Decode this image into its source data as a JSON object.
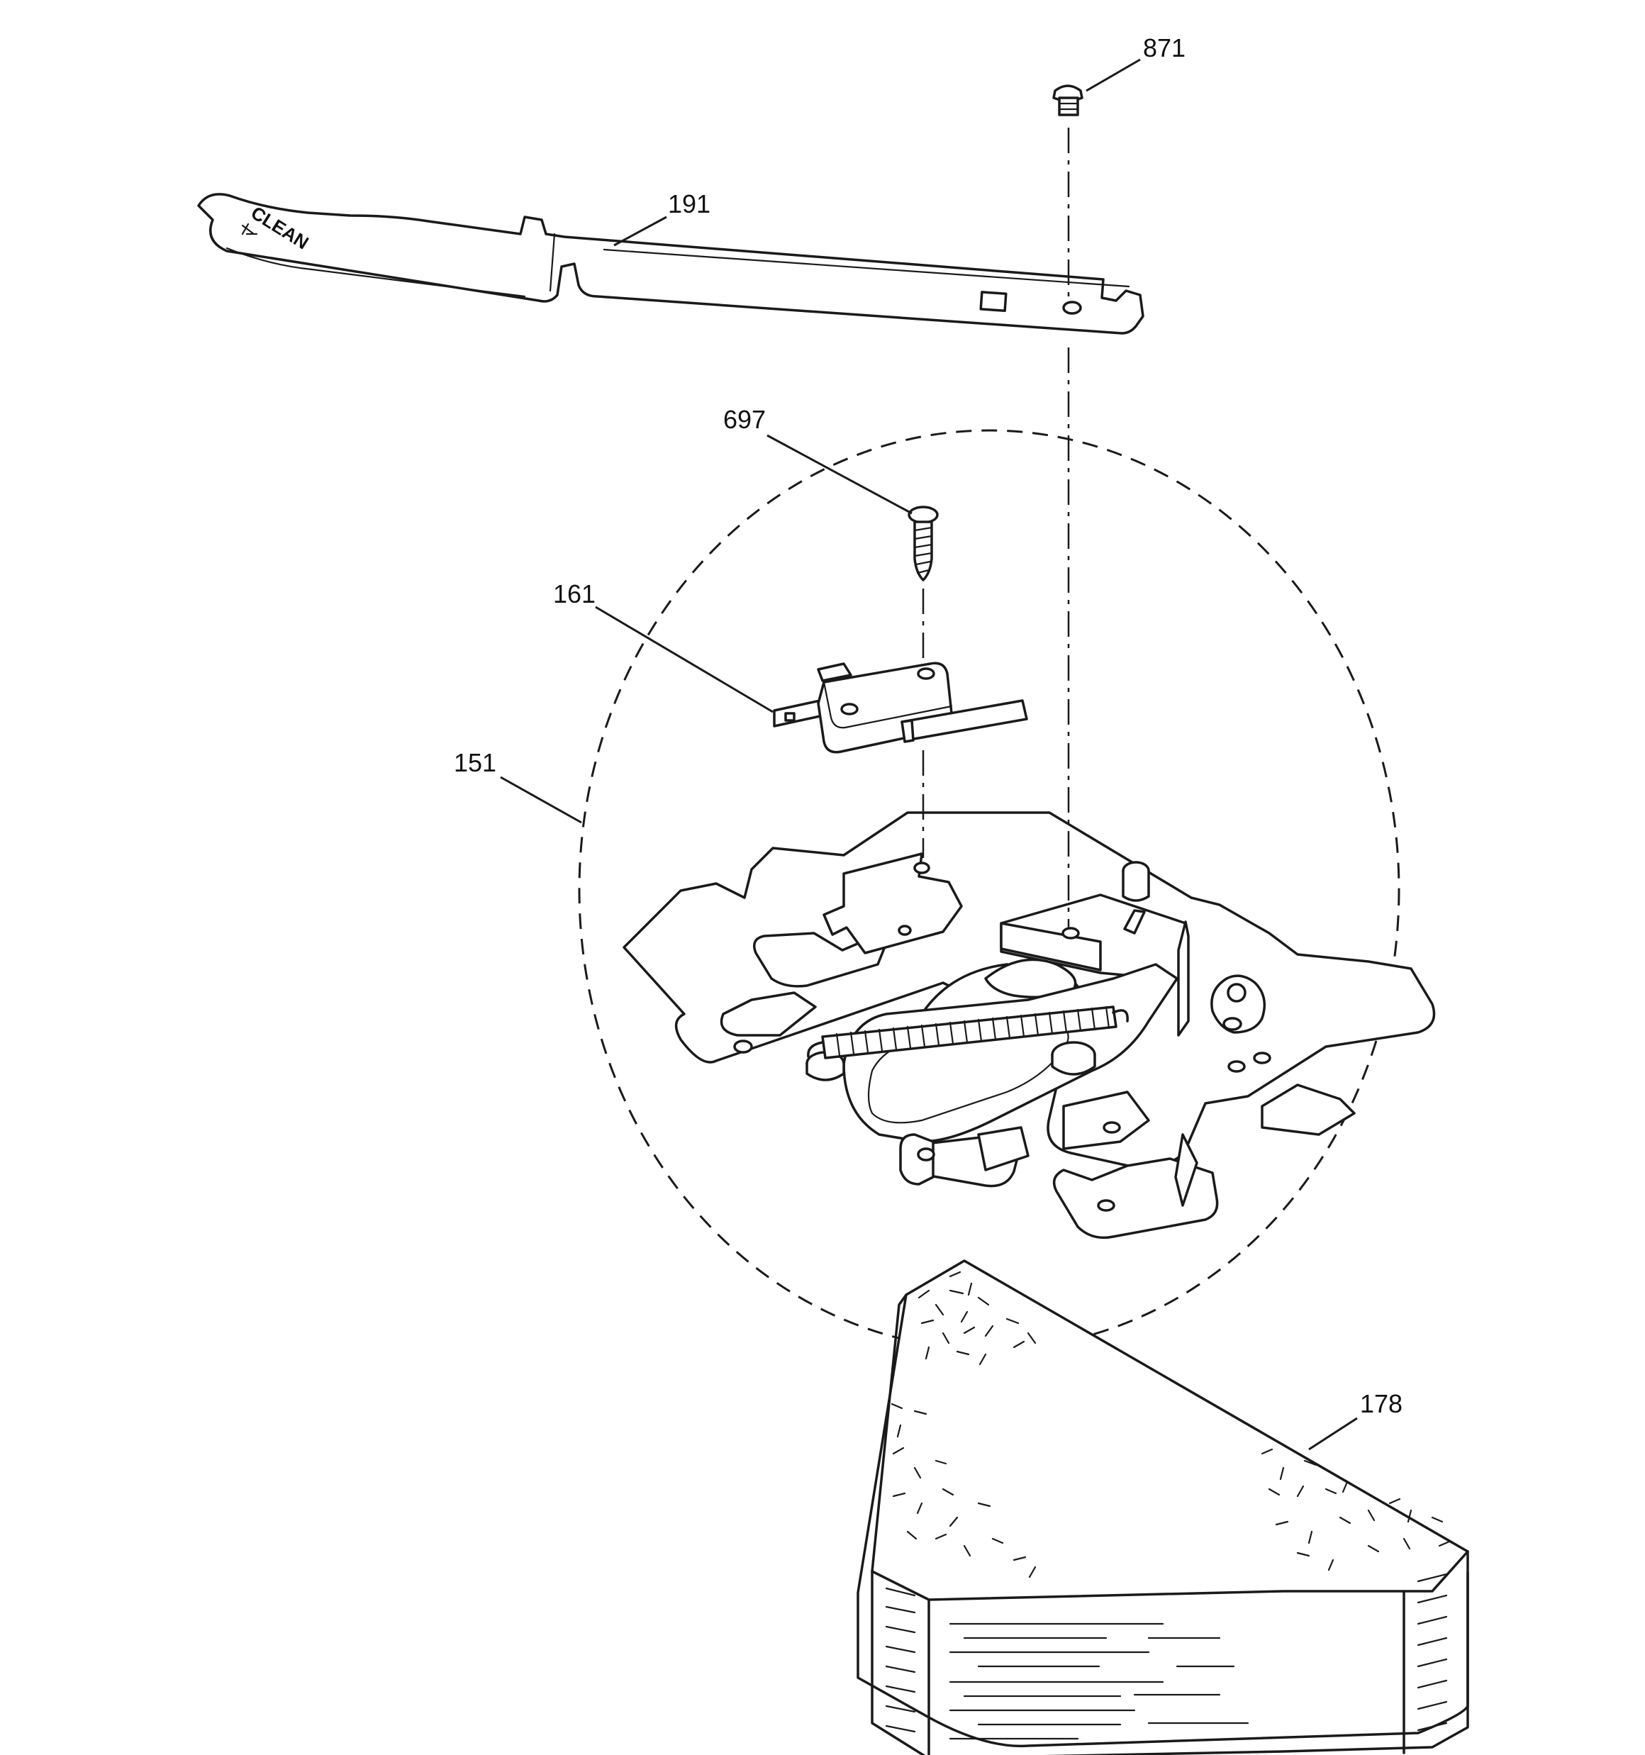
{
  "callouts": [
    {
      "id": "871",
      "text": "871"
    },
    {
      "id": "191",
      "text": "191"
    },
    {
      "id": "697",
      "text": "697"
    },
    {
      "id": "161",
      "text": "161"
    },
    {
      "id": "151",
      "text": "151"
    },
    {
      "id": "178",
      "text": "178"
    }
  ],
  "parts": {
    "lever_stamp": "CLEAN"
  }
}
